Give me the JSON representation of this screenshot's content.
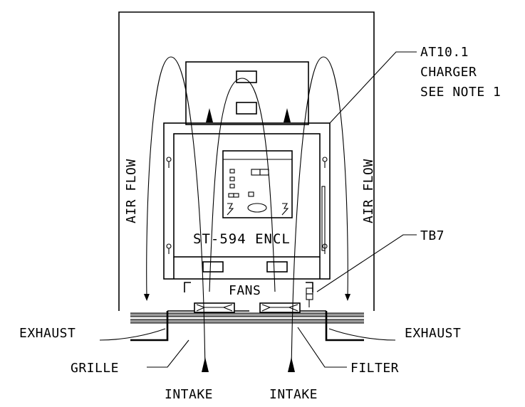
{
  "diagram": {
    "labels": {
      "charger_line1": "AT10.1",
      "charger_line2": "CHARGER",
      "charger_line3": "SEE NOTE 1",
      "air_flow_left": "AIR FLOW",
      "air_flow_right": "AIR FLOW",
      "enclosure": "ST-594 ENCL",
      "tb7": "TB7",
      "fans": "FANS",
      "exhaust_left": "EXHAUST",
      "exhaust_right": "EXHAUST",
      "grille": "GRILLE",
      "filter": "FILTER",
      "intake_left": "INTAKE",
      "intake_right": "INTAKE"
    },
    "colors": {
      "line": "#000000",
      "grille_bar": "#9a9a9a",
      "background": "#ffffff"
    }
  }
}
